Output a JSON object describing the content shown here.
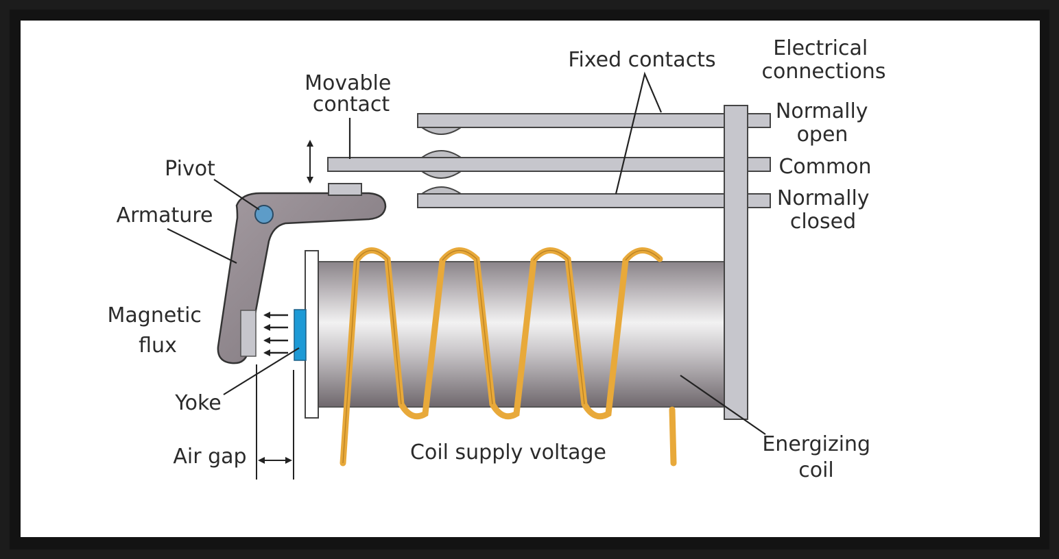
{
  "labels": {
    "movable_contact": [
      "Movable",
      "contact"
    ],
    "fixed_contacts": "Fixed contacts",
    "electrical_connections": [
      "Electrical",
      "connections"
    ],
    "normally_open": [
      "Normally",
      "open"
    ],
    "common": "Common",
    "normally_closed": [
      "Normally",
      "closed"
    ],
    "pivot": "Pivot",
    "armature": "Armature",
    "magnetic_flux": [
      "Magnetic",
      "flux"
    ],
    "yoke": "Yoke",
    "air_gap": "Air gap",
    "coil_supply_voltage": "Coil supply voltage",
    "energizing_coil": [
      "Energizing",
      "coil"
    ]
  },
  "colors": {
    "background": "#ffffff",
    "frame": "#1c1c1c",
    "strip_fill": "#c6c6cc",
    "outline": "#444444",
    "armature": "#8c8489",
    "pivot": "#5d9cc8",
    "yoke": "#1d9ad6",
    "coil_wire": "#e8a93a",
    "text": "#2b2b2b"
  }
}
